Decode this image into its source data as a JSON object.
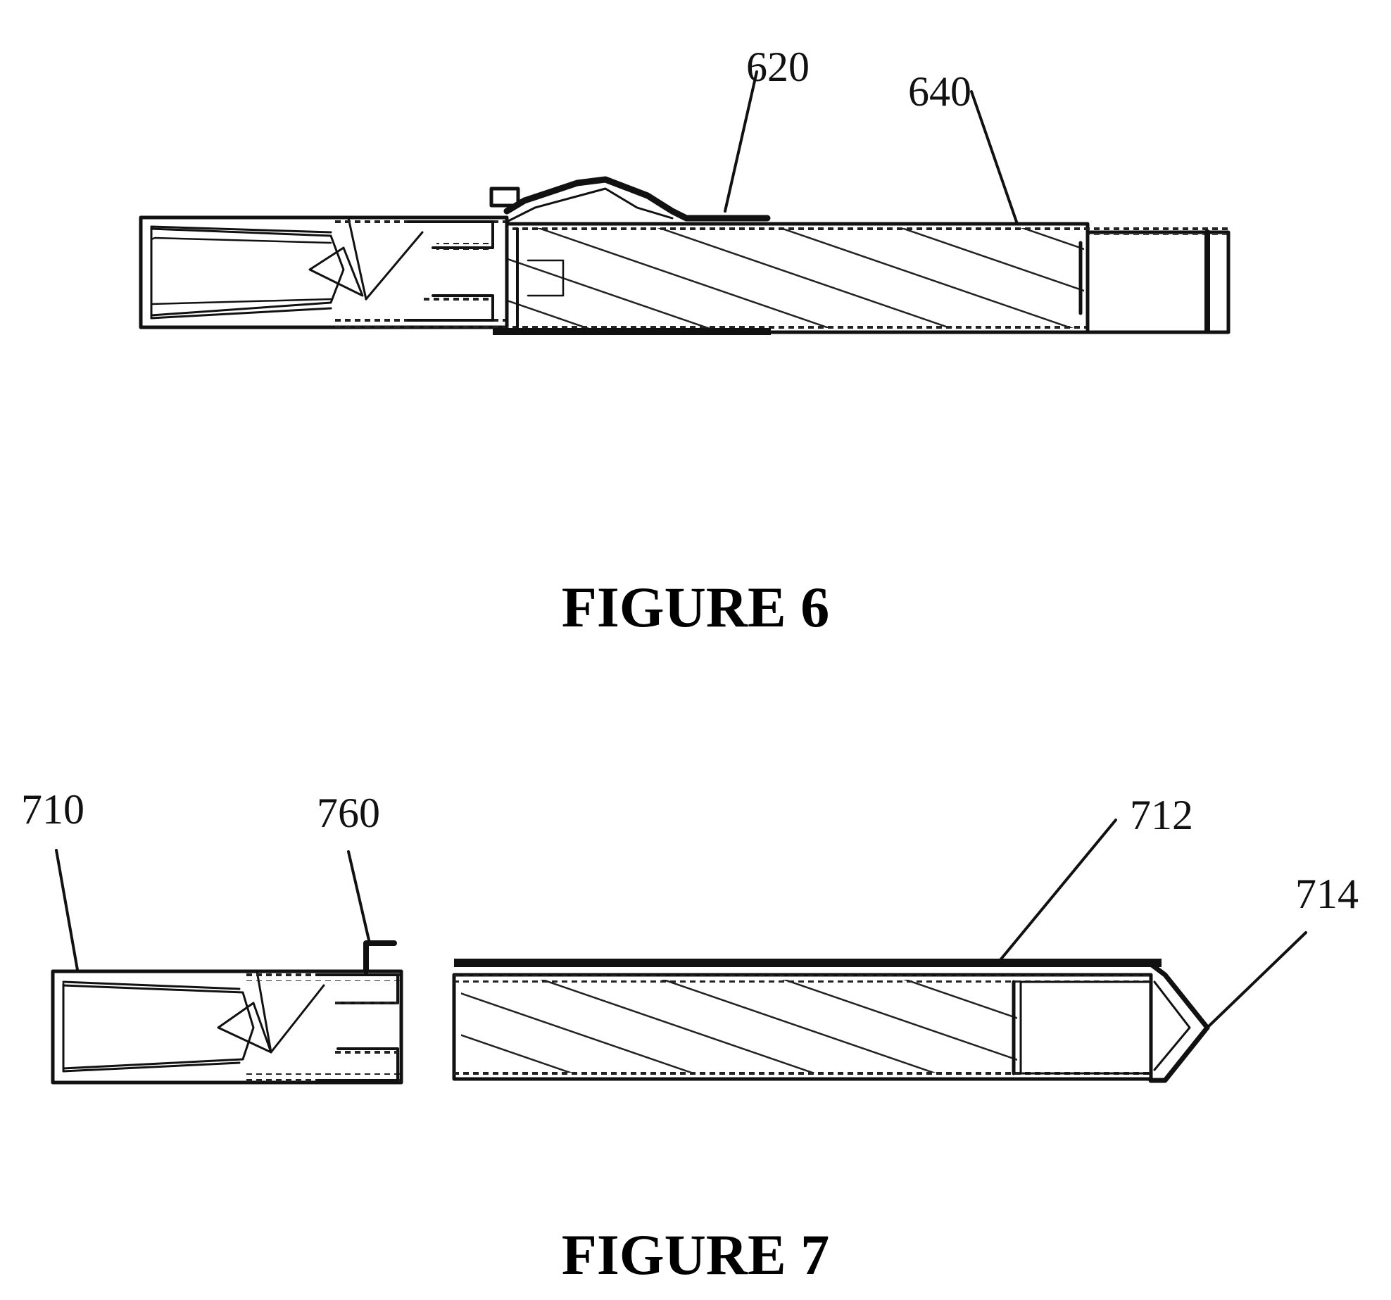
{
  "figure6": {
    "caption": "FIGURE 6",
    "labels": {
      "l620": "620",
      "l640": "640"
    }
  },
  "figure7": {
    "caption": "FIGURE 7",
    "labels": {
      "l710": "710",
      "l760": "760",
      "l712": "712",
      "l714": "714"
    }
  }
}
